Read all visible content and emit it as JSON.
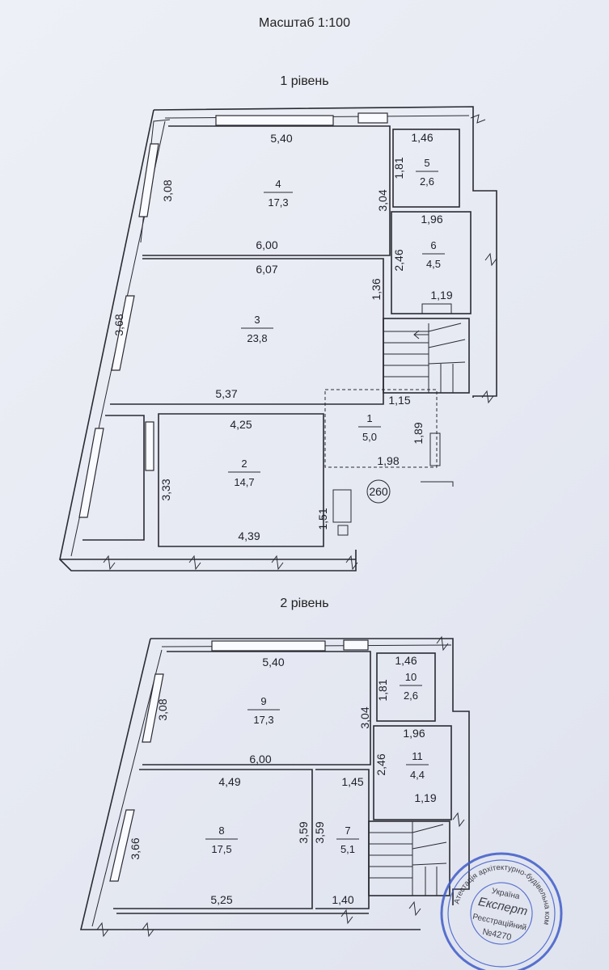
{
  "scale_label": "Масштаб 1:100",
  "levels": [
    {
      "title": "1 рівень",
      "rooms": [
        {
          "number": "4",
          "area": "17,3"
        },
        {
          "number": "3",
          "area": "23,8"
        },
        {
          "number": "2",
          "area": "14,7"
        },
        {
          "number": "1",
          "area": "5,0"
        },
        {
          "number": "5",
          "area": "2,6"
        },
        {
          "number": "6",
          "area": "4,5"
        }
      ],
      "dimensions": [
        "5,40",
        "3,08",
        "3,04",
        "6,00",
        "6,07",
        "3,68",
        "5,37",
        "4,25",
        "3,33",
        "4,39",
        "1,46",
        "1,81",
        "1,96",
        "2,46",
        "1,36",
        "1,19",
        "1,15",
        "1,89",
        "1,98",
        "1,51"
      ],
      "marker": "260"
    },
    {
      "title": "2 рівень",
      "rooms": [
        {
          "number": "9",
          "area": "17,3"
        },
        {
          "number": "8",
          "area": "17,5"
        },
        {
          "number": "7",
          "area": "5,1"
        },
        {
          "number": "10",
          "area": "2,6"
        },
        {
          "number": "11",
          "area": "4,4"
        }
      ],
      "dimensions": [
        "5,40",
        "3,08",
        "3,04",
        "6,00",
        "4,49",
        "1,45",
        "3,66",
        "3,59",
        "3,59",
        "5,25",
        "1,40",
        "1,46",
        "1,81",
        "1,96",
        "2,46",
        "1,19"
      ]
    }
  ],
  "stamp": {
    "line1": "Україна",
    "line2": "Експерт",
    "line3": "Реєстраційний",
    "line4": "№4270",
    "ring": "Атестація архітектурно-будівельна комісія",
    "color": "#3f5cc9"
  },
  "colors": {
    "ink": "#2a2a33",
    "paper": "#e8eaf2",
    "stamp": "#3f5cc9"
  }
}
